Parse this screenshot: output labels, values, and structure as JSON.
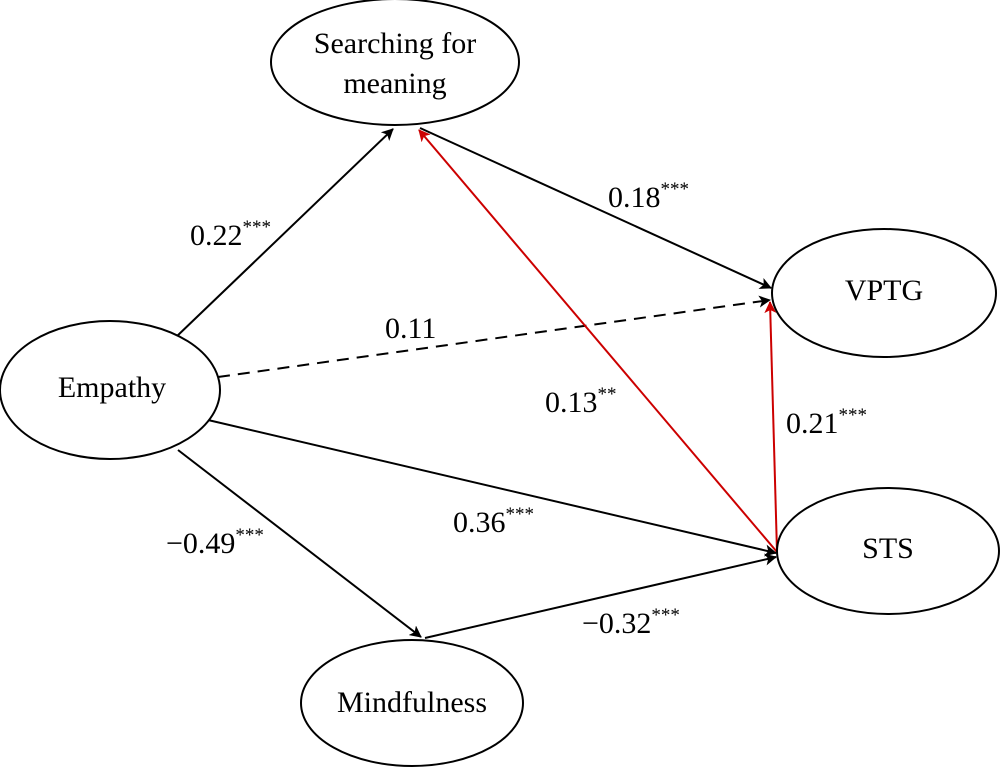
{
  "diagram": {
    "type": "path-model",
    "colors": {
      "default_edge": "#000000",
      "highlight_edge": "#cc0000",
      "node_fill": "#ffffff",
      "node_stroke": "#000000"
    },
    "nodes": [
      {
        "id": "sfm",
        "label_lines": [
          "Searching for",
          "meaning"
        ]
      },
      {
        "id": "empathy",
        "label_lines": [
          "Empathy"
        ]
      },
      {
        "id": "vptg",
        "label_lines": [
          "VPTG"
        ]
      },
      {
        "id": "sts",
        "label_lines": [
          "STS"
        ]
      },
      {
        "id": "mindfulness",
        "label_lines": [
          "Mindfulness"
        ]
      }
    ],
    "edges": [
      {
        "id": "empathy-sfm",
        "from": "empathy",
        "to": "sfm",
        "coef": "0.22",
        "sig": "***",
        "style": "solid",
        "color": "default"
      },
      {
        "id": "sfm-vptg",
        "from": "sfm",
        "to": "vptg",
        "coef": "0.18",
        "sig": "***",
        "style": "solid",
        "color": "default"
      },
      {
        "id": "empathy-vptg",
        "from": "empathy",
        "to": "vptg",
        "coef": "0.11",
        "sig": "",
        "style": "dashed",
        "color": "default"
      },
      {
        "id": "sts-sfm",
        "from": "sts",
        "to": "sfm",
        "coef": "0.13",
        "sig": "**",
        "style": "solid",
        "color": "highlight"
      },
      {
        "id": "sts-vptg",
        "from": "sts",
        "to": "vptg",
        "coef": "0.21",
        "sig": "***",
        "style": "solid",
        "color": "highlight"
      },
      {
        "id": "empathy-sts",
        "from": "empathy",
        "to": "sts",
        "coef": "0.36",
        "sig": "***",
        "style": "solid",
        "color": "default"
      },
      {
        "id": "empathy-mindfulness",
        "from": "empathy",
        "to": "mindfulness",
        "coef": "−0.49",
        "sig": "***",
        "style": "solid",
        "color": "default"
      },
      {
        "id": "mindfulness-sts",
        "from": "mindfulness",
        "to": "sts",
        "coef": "−0.32",
        "sig": "***",
        "style": "solid",
        "color": "default"
      }
    ]
  }
}
